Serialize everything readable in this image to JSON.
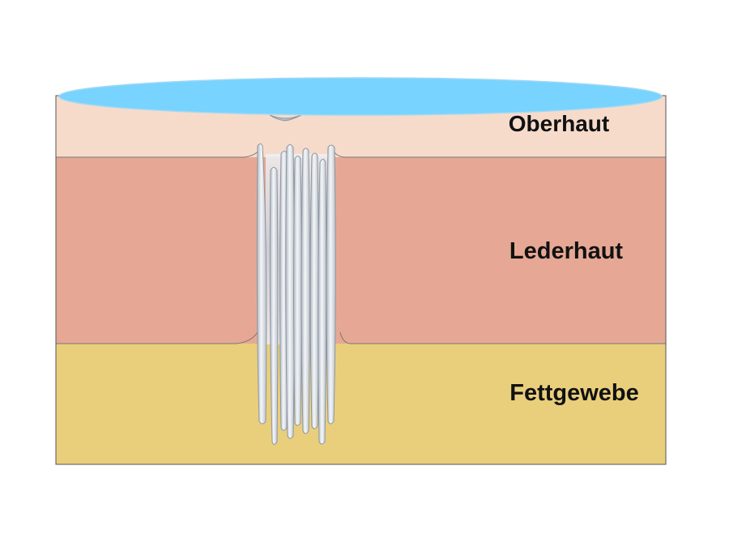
{
  "layers": [
    {
      "id": "epidermis",
      "label": "Oberhaut",
      "color": "#F6DBCB"
    },
    {
      "id": "dermis",
      "label": "Lederhaut",
      "color": "#E6A895"
    },
    {
      "id": "fat",
      "label": "Fettgewebe",
      "color": "#E9CF7C"
    }
  ],
  "colors": {
    "liquid_top": "#78D3FE",
    "liquid_edge": "#9ED9F5",
    "filament_fill": "#DCE2EA",
    "filament_stroke": "#8E969F",
    "outline": "#555555"
  }
}
